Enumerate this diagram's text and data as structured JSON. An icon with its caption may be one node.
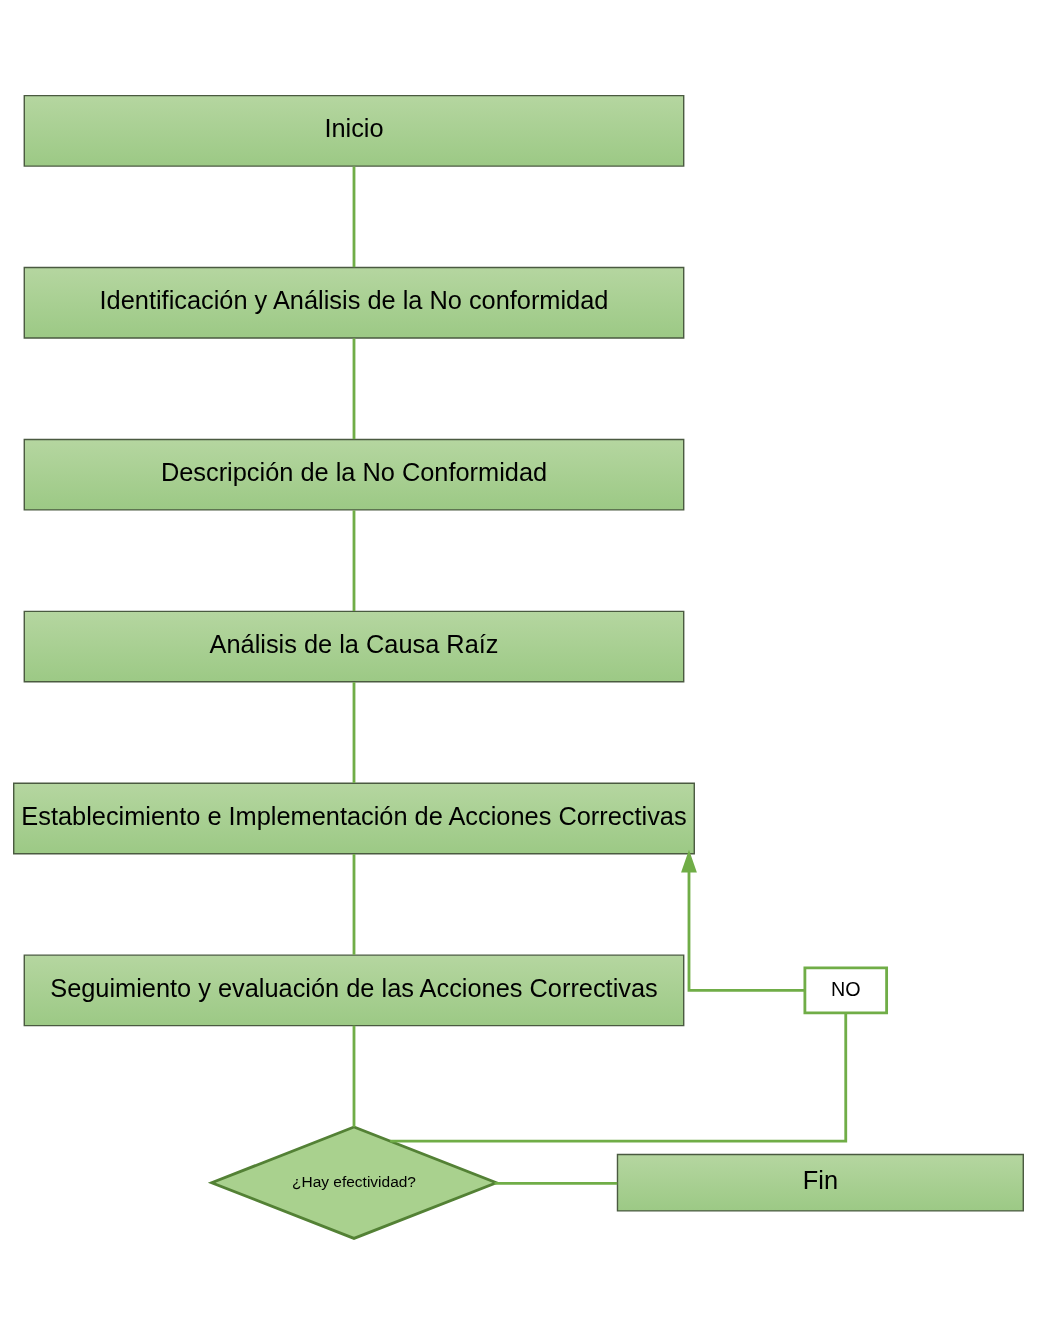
{
  "diagram": {
    "nodes": [
      {
        "text": [
          "Inicio"
        ]
      },
      {
        "text": [
          "Identificación y Análisis de la No conformidad"
        ]
      },
      {
        "text": [
          "Descripción de la No Conformidad"
        ]
      },
      {
        "text": [
          "Análisis de la Causa Raíz"
        ]
      },
      {
        "text": [
          "Establecimiento e Implementación de Acciones Correctivas"
        ]
      },
      {
        "text": [
          "Seguimiento y evaluación de las Acciones Correctivas"
        ]
      },
      {
        "text": [
          "¿Hay efectividad?"
        ]
      },
      {
        "text": [
          "Fin"
        ]
      },
      {
        "text": [
          "NO"
        ]
      }
    ],
    "edges": [
      {
        "from": 0,
        "to": 1,
        "arrow": "none"
      },
      {
        "from": 1,
        "to": 2,
        "arrow": "none"
      },
      {
        "from": 2,
        "to": 3,
        "arrow": "none"
      },
      {
        "from": 3,
        "to": 4,
        "arrow": "none"
      },
      {
        "from": 4,
        "to": 5,
        "arrow": "none"
      },
      {
        "from": 5,
        "to": 6,
        "arrow": "none"
      },
      {
        "from": 6,
        "to": 7,
        "arrow": "none"
      },
      {
        "from": 6,
        "to": 8,
        "arrow": "none"
      },
      {
        "from": 8,
        "to": 4,
        "arrow": "to"
      }
    ]
  }
}
